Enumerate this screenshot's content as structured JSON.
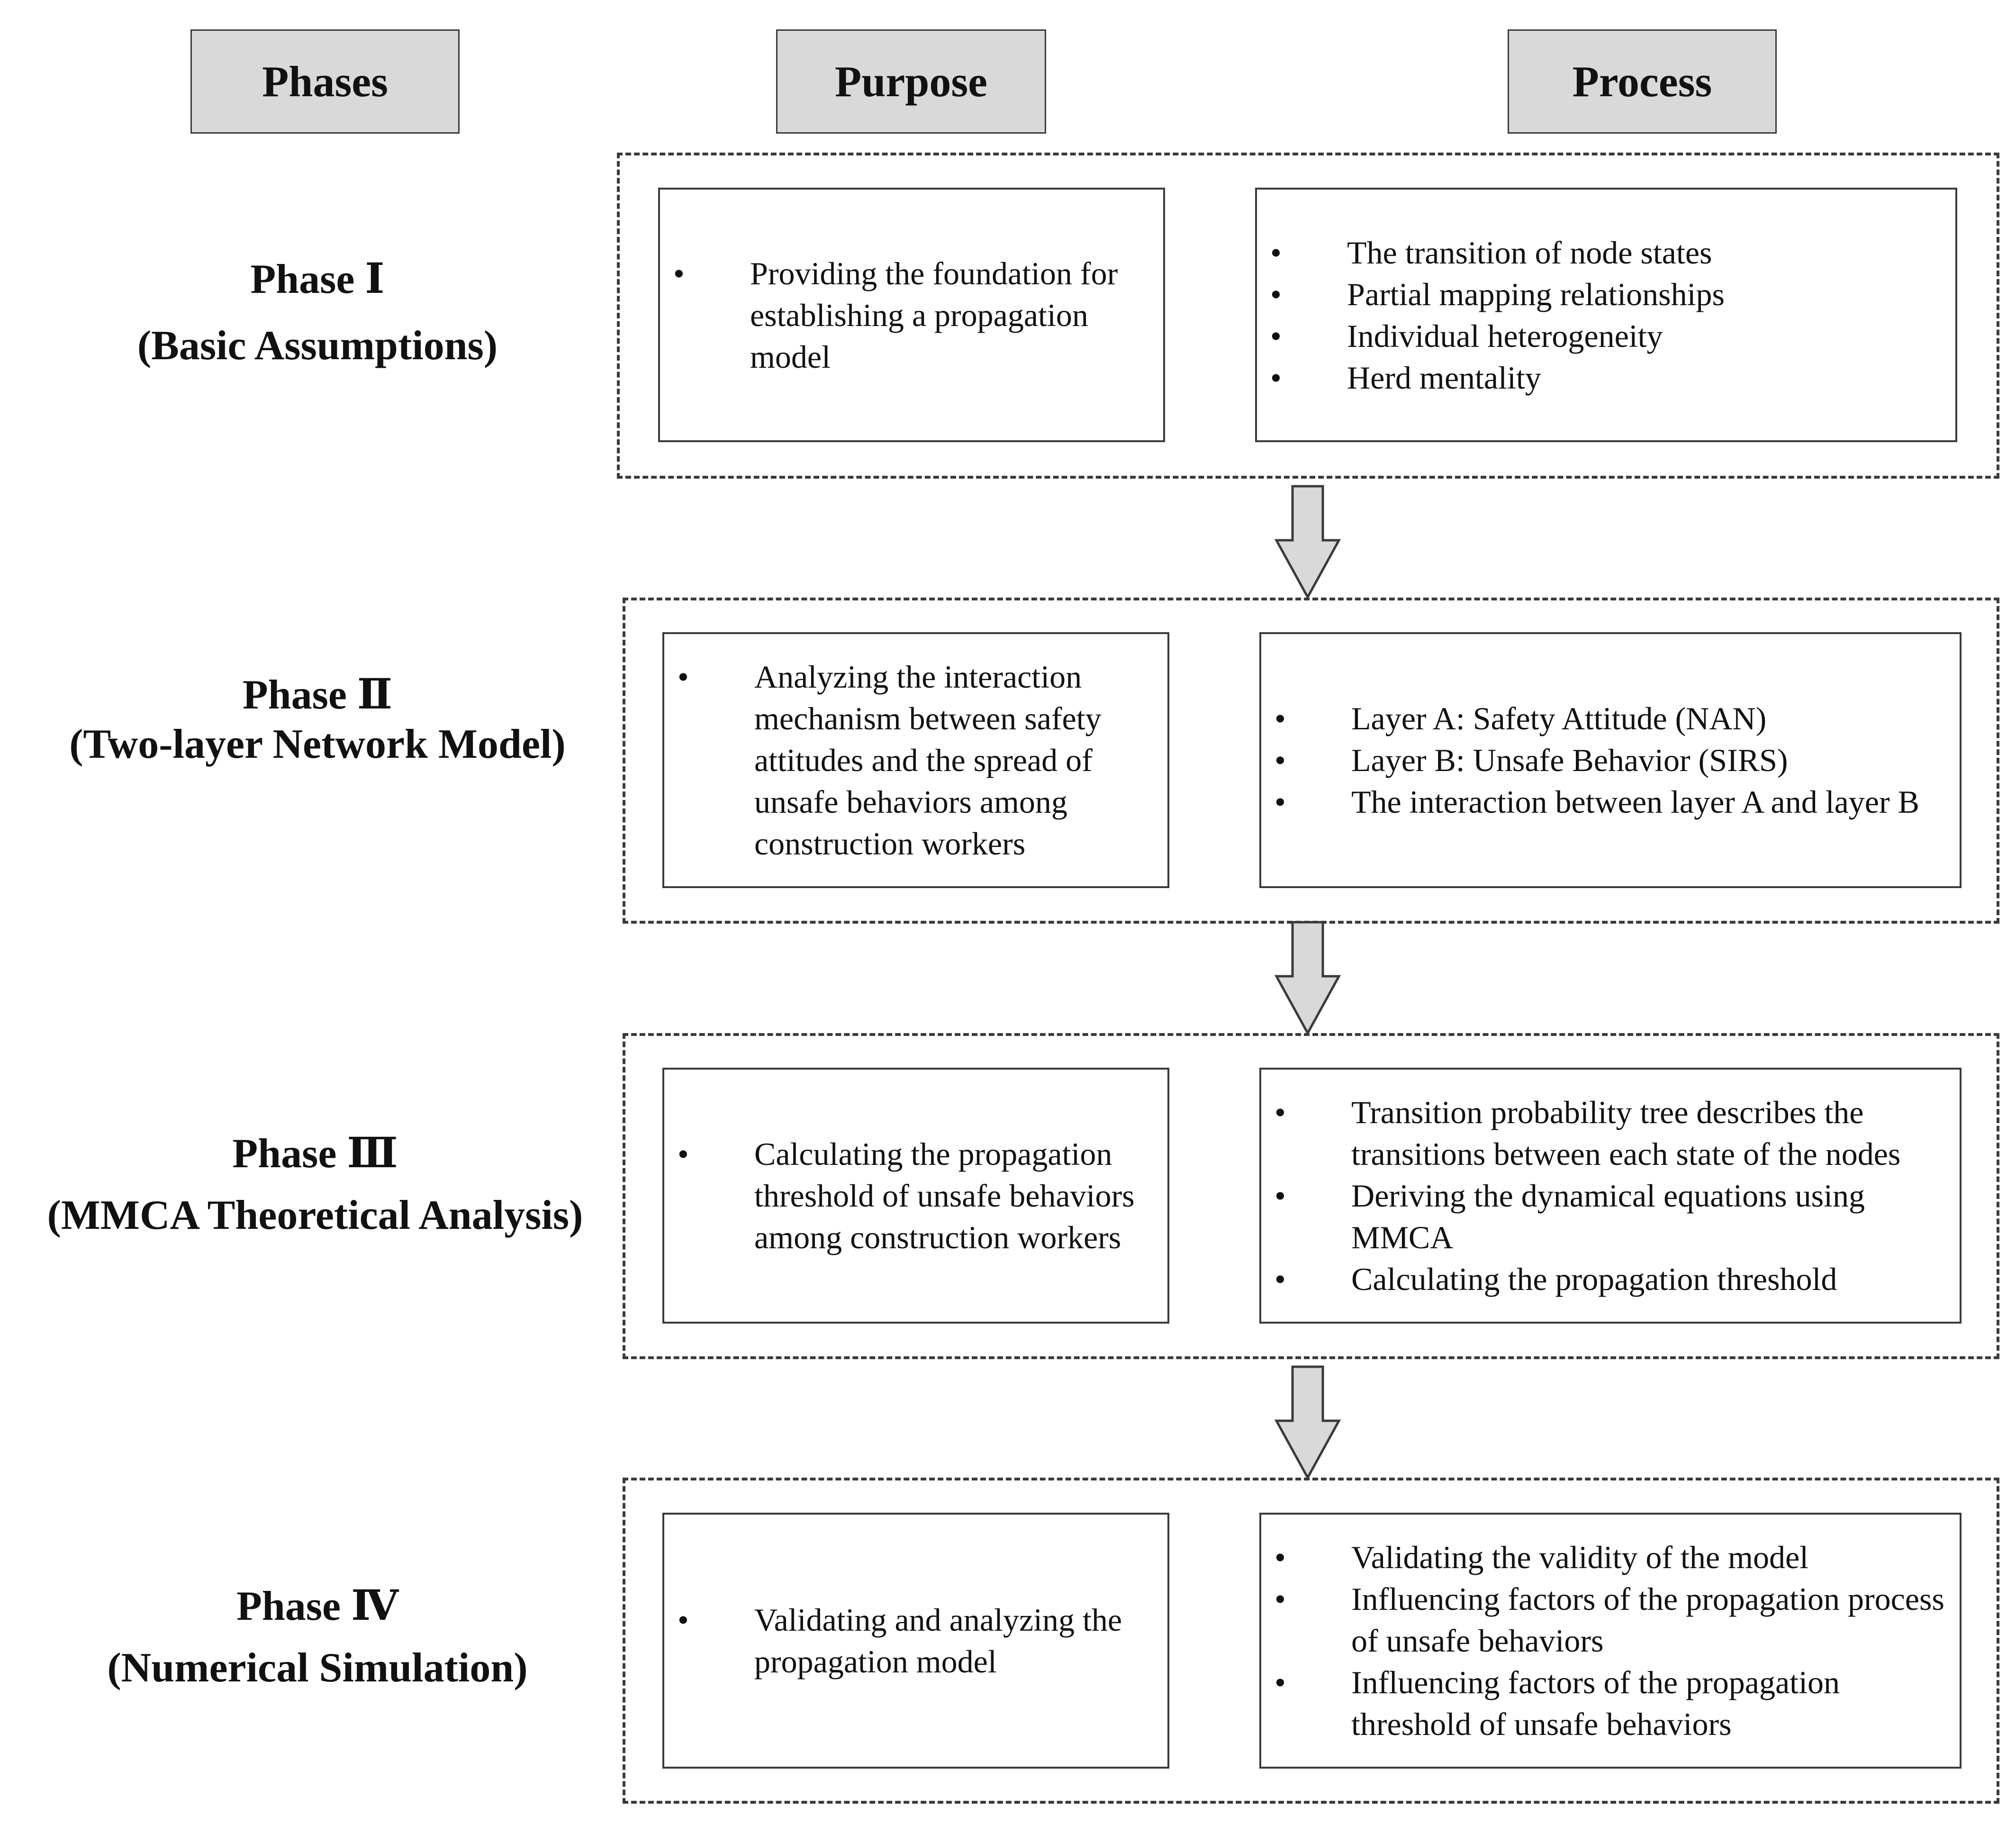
{
  "headers": {
    "phases": "Phases",
    "purpose": "Purpose",
    "process": "Process"
  },
  "phases": [
    {
      "title": "Phase Ⅰ",
      "subtitle": "(Basic Assumptions)",
      "purpose": [
        "Providing the foundation for establishing a propagation model"
      ],
      "process": [
        "The transition of node states",
        "Partial mapping relationships",
        "Individual heterogeneity",
        "Herd mentality"
      ]
    },
    {
      "title": "Phase Ⅱ",
      "subtitle": "(Two-layer Network Model)",
      "purpose": [
        "Analyzing the interaction mechanism between safety attitudes and the spread of unsafe behaviors among construction workers"
      ],
      "process": [
        "Layer A: Safety Attitude (NAN)",
        "Layer B: Unsafe Behavior (SIRS)",
        "The interaction between layer A and layer B"
      ]
    },
    {
      "title": "Phase Ⅲ",
      "subtitle": "(MMCA Theoretical Analysis)",
      "purpose": [
        "Calculating the propagation threshold of unsafe behaviors among construction workers"
      ],
      "process": [
        "Transition probability tree describes the transitions between each state of the nodes",
        "Deriving the dynamical equations using MMCA",
        "Calculating the propagation threshold"
      ]
    },
    {
      "title": "Phase Ⅳ",
      "subtitle": "(Numerical Simulation)",
      "purpose": [
        "Validating and analyzing the propagation model"
      ],
      "process": [
        "Validating the validity of the model",
        "Influencing factors of the propagation process of unsafe behaviors",
        "Influencing factors of the propagation threshold of unsafe behaviors"
      ]
    }
  ]
}
